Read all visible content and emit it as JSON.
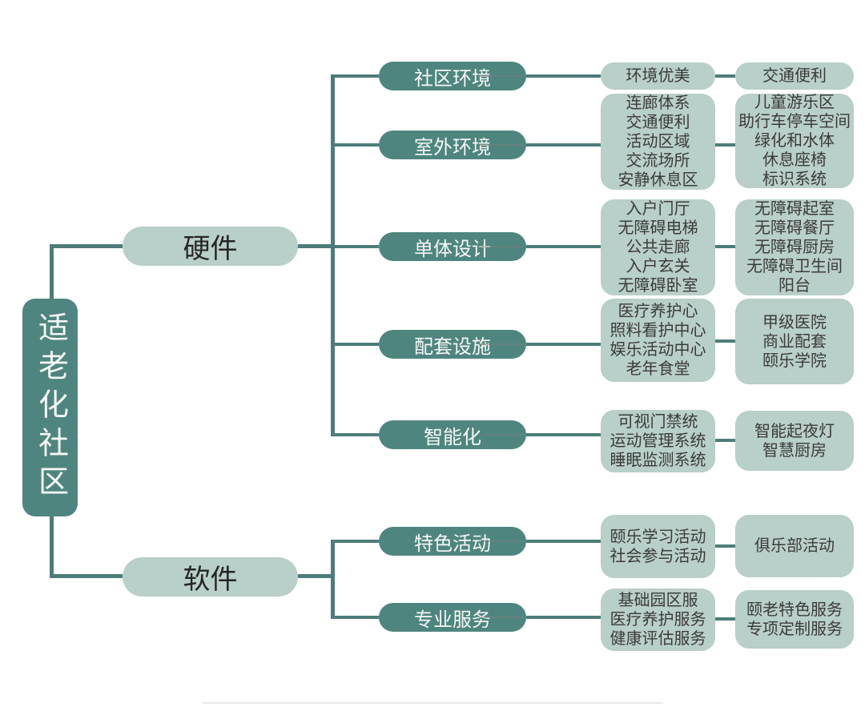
{
  "root": {
    "label": "适老化社区"
  },
  "groups": {
    "hardware": {
      "label": "硬件"
    },
    "software": {
      "label": "软件"
    }
  },
  "branches": [
    {
      "label": "社区环境",
      "level3": [
        "环境优美"
      ],
      "level4": [
        "交通便利"
      ]
    },
    {
      "label": "室外环境",
      "level3": [
        "连廊体系",
        "交通便利",
        "活动区域",
        "交流场所",
        "安静休息区"
      ],
      "level4": [
        "儿童游乐区",
        "助行车停车空间",
        "绿化和水体",
        "休息座椅",
        "标识系统"
      ]
    },
    {
      "label": "单体设计",
      "level3": [
        "入户门厅",
        "无障碍电梯",
        "公共走廊",
        "入户玄关",
        "无障碍卧室"
      ],
      "level4": [
        "无障碍起室",
        "无障碍餐厅",
        "无障碍厨房",
        "无障碍卫生间",
        "阳台"
      ]
    },
    {
      "label": "配套设施",
      "level3": [
        "医疗养护心",
        "照料看护中心",
        "娱乐活动中心",
        "老年食堂"
      ],
      "level4": [
        "甲级医院",
        "商业配套",
        "颐乐学院"
      ]
    },
    {
      "label": "智能化",
      "level3": [
        "可视门禁统",
        "运动管理系统",
        "睡眠监测系统"
      ],
      "level4": [
        "智能起夜灯",
        "智慧厨房"
      ]
    },
    {
      "label": "特色活动",
      "level3": [
        "颐乐学习活动",
        "社会参与活动"
      ],
      "level4": [
        "俱乐部活动"
      ]
    },
    {
      "label": "专业服务",
      "level3": [
        "基础园区服",
        "医疗养护服务",
        "健康评估服务"
      ],
      "level4": [
        "颐老特色服务",
        "专项定制服务"
      ]
    }
  ],
  "colors": {
    "node_dark": "#4e867f",
    "node_light": "#b9cfc9",
    "line": "#4d7d7a",
    "text_dark": "#3b3b3b",
    "text_light": "#f6f8f7"
  }
}
